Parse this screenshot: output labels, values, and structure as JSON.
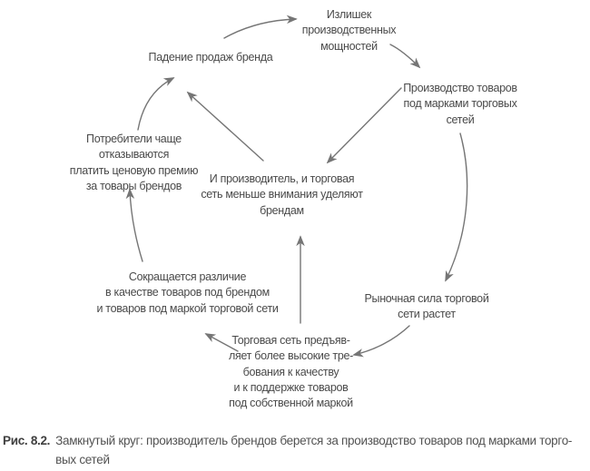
{
  "figure": {
    "type": "cycle-diagram",
    "nodes": {
      "fall": {
        "text": "Падение продаж бренда"
      },
      "excess": {
        "text": "Излишек\nпроизводственных\nмощностей"
      },
      "production": {
        "text": "Производство товаров\nпод марками торговых\nсетей"
      },
      "center": {
        "text": "И производитель, и торговая\nсеть меньше внимания уделяют\nбрендам"
      },
      "market": {
        "text": "Рыночная сила торговой\nсети растет"
      },
      "bottom": {
        "text": "Торговая сеть предъяв-\nляет более высокие тре-\nбования к качеству\nи к поддержке товаров\nпод собственной маркой"
      },
      "shrink": {
        "text": "Сокращается различие\nв качестве товаров под брендом\nи товаров под маркой торговой сети"
      },
      "consumers": {
        "text": "Потребители чаще отказываются\nплатить ценовую премию\nза товары брендов"
      }
    },
    "arrows": [
      {
        "from": "fall",
        "to": "excess"
      },
      {
        "from": "excess",
        "to": "production"
      },
      {
        "from": "production",
        "to": "center"
      },
      {
        "from": "production",
        "to": "market"
      },
      {
        "from": "center",
        "to": "fall"
      },
      {
        "from": "consumers",
        "to": "fall"
      },
      {
        "from": "shrink",
        "to": "consumers"
      },
      {
        "from": "bottom",
        "to": "shrink"
      },
      {
        "from": "bottom",
        "to": "center"
      },
      {
        "from": "market",
        "to": "bottom"
      }
    ],
    "caption": {
      "label": "Рис. 8.2.",
      "text": "Замкнутый круг: производитель брендов берется за производство товаров под марками торго-\nвых сетей"
    },
    "colors": {
      "node_text": "#4a4a4a",
      "arrow": "#757575",
      "caption_label": "#3f3f3f",
      "caption_text": "#525252"
    }
  }
}
